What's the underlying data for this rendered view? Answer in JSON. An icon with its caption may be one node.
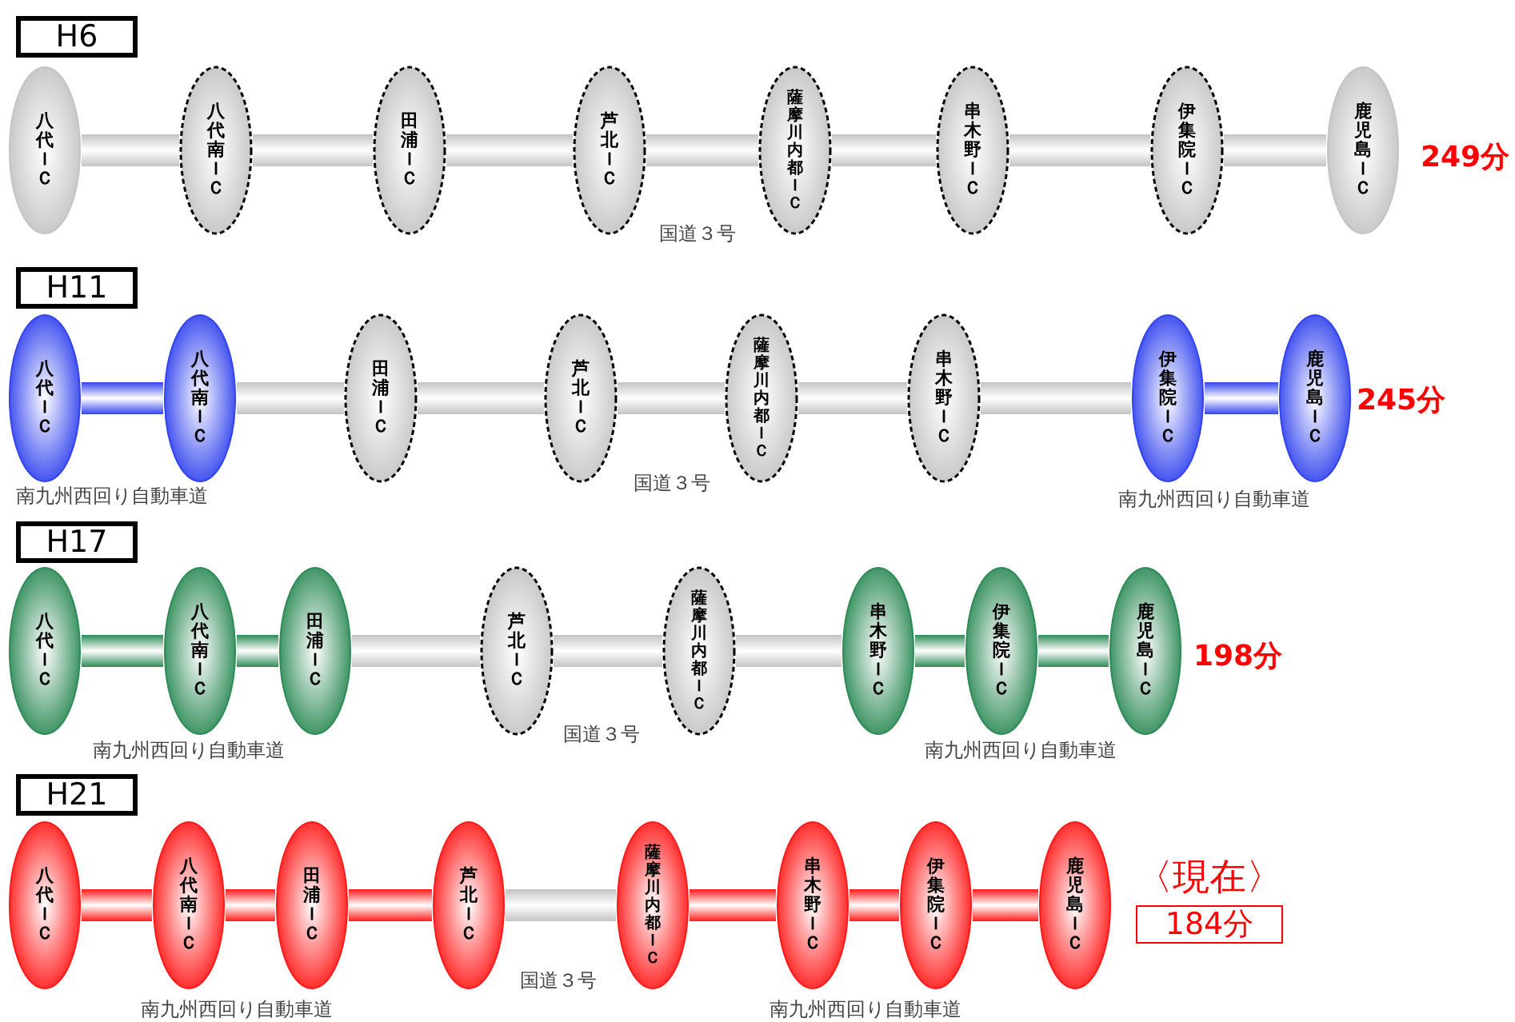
{
  "diagram": {
    "nodes": [
      {
        "text": [
          "H6"
        ]
      },
      {
        "text": [
          "八代ＩＣ"
        ]
      },
      {
        "text": [
          "八代南ＩＣ"
        ]
      },
      {
        "text": [
          "田浦ＩＣ"
        ]
      },
      {
        "text": [
          "芦北ＩＣ"
        ]
      },
      {
        "text": [
          "薩摩川内都ＩＣ"
        ]
      },
      {
        "text": [
          "串木野ＩＣ"
        ]
      },
      {
        "text": [
          "伊集院ＩＣ"
        ]
      },
      {
        "text": [
          "鹿児島ＩＣ"
        ]
      },
      {
        "text": [
          "H11"
        ]
      },
      {
        "text": [
          "八代ＩＣ"
        ]
      },
      {
        "text": [
          "八代南ＩＣ"
        ]
      },
      {
        "text": [
          "田浦ＩＣ"
        ]
      },
      {
        "text": [
          "芦北ＩＣ"
        ]
      },
      {
        "text": [
          "薩摩川内都ＩＣ"
        ]
      },
      {
        "text": [
          "串木野ＩＣ"
        ]
      },
      {
        "text": [
          "伊集院ＩＣ"
        ]
      },
      {
        "text": [
          "鹿児島ＩＣ"
        ]
      },
      {
        "text": [
          "H17"
        ]
      },
      {
        "text": [
          "八代ＩＣ"
        ]
      },
      {
        "text": [
          "八代南ＩＣ"
        ]
      },
      {
        "text": [
          "田浦ＩＣ"
        ]
      },
      {
        "text": [
          "芦北ＩＣ"
        ]
      },
      {
        "text": [
          "薩摩川内都ＩＣ"
        ]
      },
      {
        "text": [
          "串木野ＩＣ"
        ]
      },
      {
        "text": [
          "伊集院ＩＣ"
        ]
      },
      {
        "text": [
          "鹿児島ＩＣ"
        ]
      },
      {
        "text": [
          "H21"
        ]
      },
      {
        "text": [
          "八代ＩＣ"
        ]
      },
      {
        "text": [
          "八代南ＩＣ"
        ]
      },
      {
        "text": [
          "田浦ＩＣ"
        ]
      },
      {
        "text": [
          "芦北ＩＣ"
        ]
      },
      {
        "text": [
          "薩摩川内都ＩＣ"
        ]
      },
      {
        "text": [
          "串木野ＩＣ"
        ]
      },
      {
        "text": [
          "伊集院ＩＣ"
        ]
      },
      {
        "text": [
          "鹿児島ＩＣ"
        ]
      },
      {
        "text": [
          "〈現在〉",
          "184分"
        ]
      }
    ],
    "edges": [
      {
        "from": 1,
        "to": 2,
        "arrow": "none"
      },
      {
        "from": 2,
        "to": 3,
        "arrow": "none"
      },
      {
        "from": 3,
        "to": 4,
        "arrow": "none"
      },
      {
        "from": 4,
        "to": 5,
        "arrow": "none"
      },
      {
        "from": 5,
        "to": 6,
        "arrow": "none"
      },
      {
        "from": 6,
        "to": 7,
        "arrow": "none"
      },
      {
        "from": 7,
        "to": 8,
        "arrow": "none"
      },
      {
        "from": 10,
        "to": 11,
        "arrow": "none",
        "color": "#3344ee"
      },
      {
        "from": 11,
        "to": 12,
        "arrow": "none"
      },
      {
        "from": 12,
        "to": 13,
        "arrow": "none"
      },
      {
        "from": 13,
        "to": 14,
        "arrow": "none"
      },
      {
        "from": 14,
        "to": 15,
        "arrow": "none"
      },
      {
        "from": 15,
        "to": 16,
        "arrow": "none"
      },
      {
        "from": 16,
        "to": 17,
        "arrow": "none",
        "color": "#3344ee"
      },
      {
        "from": 19,
        "to": 20,
        "arrow": "none",
        "color": "#2e8b57"
      },
      {
        "from": 20,
        "to": 21,
        "arrow": "none",
        "color": "#2e8b57"
      },
      {
        "from": 21,
        "to": 22,
        "arrow": "none"
      },
      {
        "from": 22,
        "to": 23,
        "arrow": "none"
      },
      {
        "from": 23,
        "to": 24,
        "arrow": "none"
      },
      {
        "from": 24,
        "to": 25,
        "arrow": "none",
        "color": "#2e8b57"
      },
      {
        "from": 25,
        "to": 26,
        "arrow": "none",
        "color": "#2e8b57"
      },
      {
        "from": 28,
        "to": 29,
        "arrow": "none",
        "color": "#ff1a1a"
      },
      {
        "from": 29,
        "to": 30,
        "arrow": "none",
        "color": "#ff1a1a"
      },
      {
        "from": 30,
        "to": 31,
        "arrow": "none",
        "color": "#ff1a1a"
      },
      {
        "from": 31,
        "to": 32,
        "arrow": "none"
      },
      {
        "from": 32,
        "to": 33,
        "arrow": "none",
        "color": "#ff1a1a"
      },
      {
        "from": 33,
        "to": 34,
        "arrow": "none",
        "color": "#ff1a1a"
      },
      {
        "from": 34,
        "to": 35,
        "arrow": "none",
        "color": "#ff1a1a"
      }
    ],
    "labels": [
      "249分",
      "国道３号",
      "245分",
      "南九州西回り自動車道",
      "国道３号",
      "南九州西回り自動車道",
      "198分",
      "南九州西回り自動車道",
      "国道３号",
      "南九州西回り自動車道",
      "国道３号",
      "南九州西回り自動車道",
      "南九州西回り自動車道"
    ]
  }
}
